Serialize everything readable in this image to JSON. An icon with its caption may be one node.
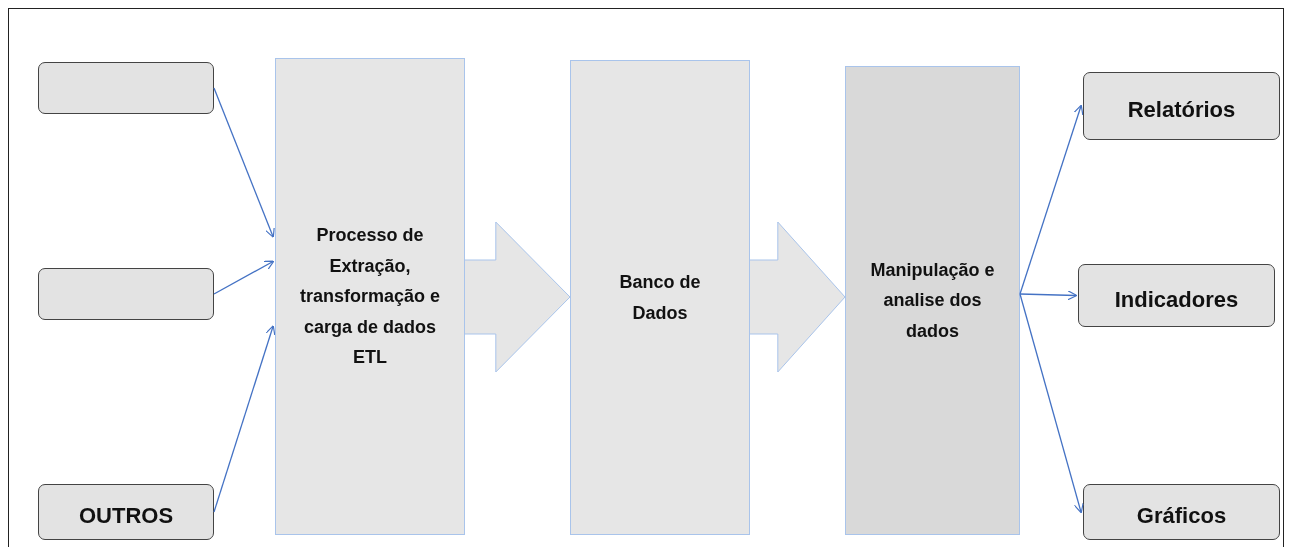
{
  "diagram": {
    "nodes": [
      {
        "text": [],
        "shape": "box"
      },
      {
        "text": [],
        "shape": "box"
      },
      {
        "text": [
          "OUTROS"
        ]
      },
      {
        "text": [
          "Processo de Extração, transformação e carga de dados ETL"
        ]
      },
      {
        "text": [
          "Banco de Dados"
        ]
      },
      {
        "text": [
          "Manipulação e analise dos dados"
        ]
      },
      {
        "text": [
          "Relatórios"
        ]
      },
      {
        "text": [
          "Indicadores"
        ]
      },
      {
        "text": [
          "Gráficos"
        ]
      }
    ],
    "edges": [
      {
        "from": 0,
        "to": 3,
        "arrow": "to"
      },
      {
        "from": 1,
        "to": 3,
        "arrow": "to"
      },
      {
        "from": 2,
        "to": 3,
        "arrow": "to"
      },
      {
        "from": 3,
        "to": 4,
        "arrow": "to",
        "style": "thick"
      },
      {
        "from": 4,
        "to": 5,
        "arrow": "to",
        "style": "thick"
      },
      {
        "from": 5,
        "to": 6,
        "arrow": "to"
      },
      {
        "from": 5,
        "to": 7,
        "arrow": "to"
      },
      {
        "from": 5,
        "to": 8,
        "arrow": "to"
      }
    ]
  }
}
